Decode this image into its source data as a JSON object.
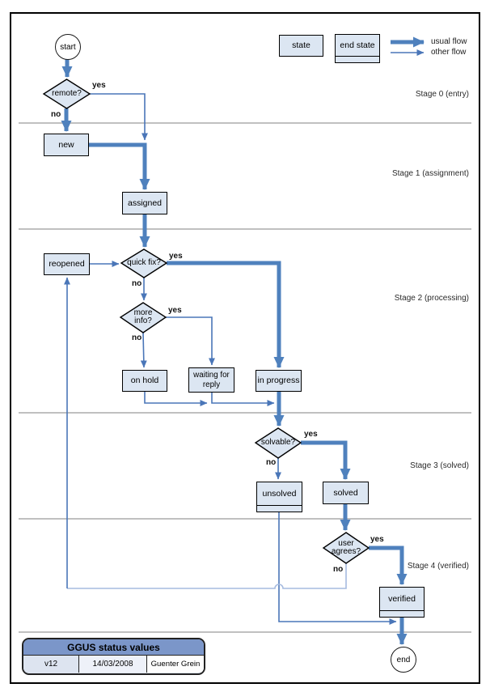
{
  "diagram": {
    "nodes": {
      "start": "start",
      "remote": "remote?",
      "new_state": "new",
      "assigned": "assigned",
      "reopened": "reopened",
      "quick_fix": "quick fix?",
      "more_info": "more info?",
      "on_hold": "on hold",
      "waiting": "waiting for reply",
      "in_progress": "in progress",
      "solvable": "solvable?",
      "unsolved": "unsolved",
      "solved": "solved",
      "user_agrees": "user agrees?",
      "verified": "verified",
      "end_state": "end"
    },
    "edge_labels": {
      "remote_yes": "yes",
      "remote_no": "no",
      "quick_fix_yes": "yes",
      "quick_fix_no": "no",
      "more_info_yes": "yes",
      "more_info_no": "no",
      "solvable_yes": "yes",
      "solvable_no": "no",
      "user_agrees_yes": "yes",
      "user_agrees_no": "no"
    },
    "stages": [
      "Stage 0 (entry)",
      "Stage 1 (assignment)",
      "Stage 2 (processing)",
      "Stage 3 (solved)",
      "Stage 4 (verified)"
    ],
    "legend": {
      "state": "state",
      "end_state": "end state",
      "usual_flow": "usual flow",
      "other_flow": "other flow"
    },
    "title_block": {
      "title": "GGUS status values",
      "version": "v12",
      "date": "14/03/2008",
      "author": "Guenter Grein"
    }
  },
  "colors": {
    "usual_flow": "#4f81bd",
    "other_flow": "#4a76b8",
    "feedback_flow": "#a6bbdf",
    "node_fill": "#dce6f2",
    "divider": "#9a9a9a",
    "title_header": "#7b96c9",
    "cell_fill": "#dde4f0",
    "cell_fill_light": "#eef1f9"
  }
}
